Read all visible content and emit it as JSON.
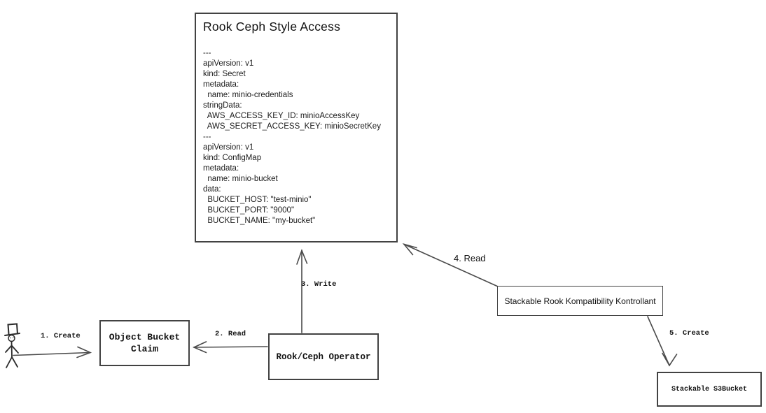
{
  "colors": {
    "background": "#ffffff",
    "line": "#4a4a4a",
    "box_border": "#424242",
    "text": "#111111"
  },
  "main_box": {
    "title": "Rook Ceph Style Access",
    "yaml_lines": [
      "---",
      "apiVersion: v1",
      "kind: Secret",
      "metadata:",
      "  name: minio-credentials",
      "stringData:",
      "  AWS_ACCESS_KEY_ID: minioAccessKey",
      "  AWS_SECRET_ACCESS_KEY: minioSecretKey",
      "---",
      "apiVersion: v1",
      "kind: ConfigMap",
      "metadata:",
      "  name: minio-bucket",
      "data:",
      "  BUCKET_HOST: \"test-minio\"",
      "  BUCKET_PORT: \"9000\"",
      "  BUCKET_NAME: \"my-bucket\""
    ]
  },
  "nodes": {
    "object_bucket_claim": {
      "label": "Object Bucket\nClaim"
    },
    "rook_ceph_operator": {
      "label": "Rook/Ceph Operator"
    },
    "stackable_kontrollant": {
      "label": "Stackable Rook Kompatibility Kontrollant"
    },
    "stackable_s3bucket": {
      "label": "Stackable S3Bucket"
    }
  },
  "actor": {
    "name": "user"
  },
  "edges": [
    {
      "label": "1. Create",
      "from": "user",
      "to": "object_bucket_claim"
    },
    {
      "label": "2. Read",
      "from": "rook_ceph_operator",
      "to": "object_bucket_claim"
    },
    {
      "label": "3. Write",
      "from": "rook_ceph_operator",
      "to": "rook_ceph_style_access"
    },
    {
      "label": "4. Read",
      "from": "stackable_kontrollant",
      "to": "rook_ceph_style_access"
    },
    {
      "label": "5. Create",
      "from": "stackable_kontrollant",
      "to": "stackable_s3bucket"
    }
  ]
}
